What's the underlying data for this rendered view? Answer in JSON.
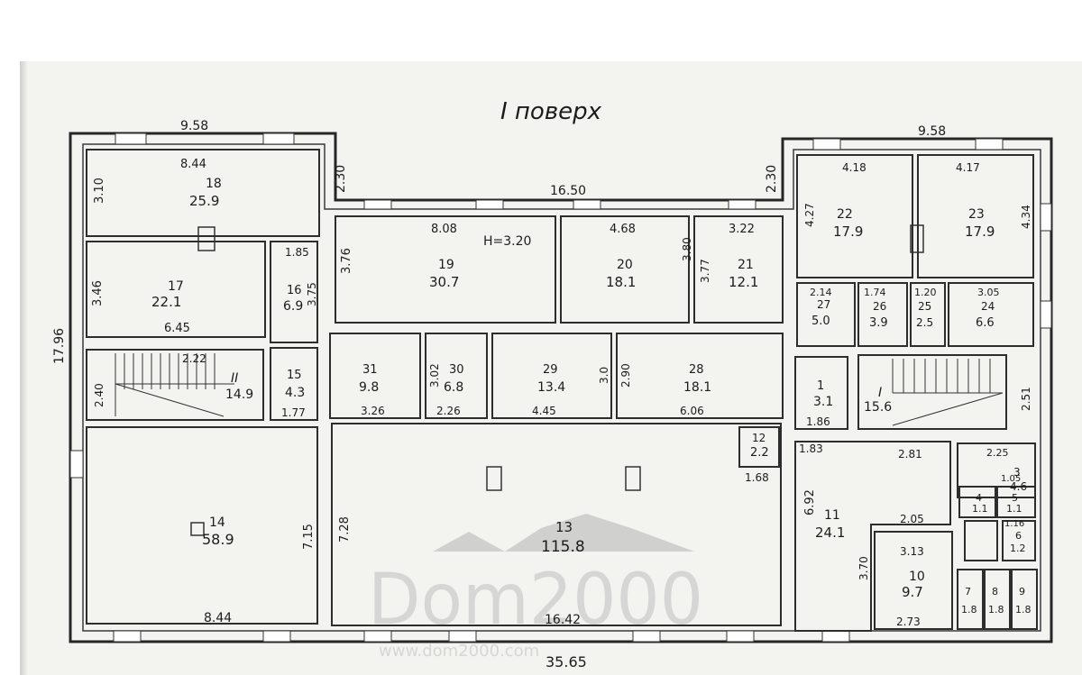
{
  "plan": {
    "title": "I поверх",
    "ceiling_height": "H=3.20",
    "watermark": {
      "logo": "Dom2000",
      "url": "www.dom2000.com"
    },
    "outer_dims": {
      "top_left": "9.58",
      "top_right": "9.58",
      "top_center": "16.50",
      "notch_left": "2.30",
      "notch_right": "2.30",
      "left_side": "17.96",
      "bottom": "35.65"
    },
    "rooms": [
      {
        "no": "18",
        "area": "25.9",
        "dims": [
          "8.44",
          "3.10"
        ]
      },
      {
        "no": "17",
        "area": "22.1",
        "dims": [
          "3.46",
          "6.45"
        ]
      },
      {
        "no": "16",
        "area": "6.9",
        "dims": [
          "1.85",
          "3.75"
        ]
      },
      {
        "no": "19",
        "area": "30.7",
        "dims": [
          "8.08",
          "3.76"
        ]
      },
      {
        "no": "20",
        "area": "18.1",
        "dims": [
          "4.68",
          "3.80"
        ]
      },
      {
        "no": "21",
        "area": "12.1",
        "dims": [
          "3.22",
          "3.77"
        ]
      },
      {
        "no": "22",
        "area": "17.9",
        "dims": [
          "4.18",
          "4.27"
        ]
      },
      {
        "no": "23",
        "area": "17.9",
        "dims": [
          "4.17",
          "4.34"
        ]
      },
      {
        "no": "II",
        "area": "14.9",
        "dims": [
          "2.40",
          "2.22"
        ]
      },
      {
        "no": "15",
        "area": "4.3",
        "dims": [
          "1.77"
        ]
      },
      {
        "no": "31",
        "area": "9.8",
        "dims": [
          "3.26"
        ]
      },
      {
        "no": "30",
        "area": "6.8",
        "dims": [
          "3.02",
          "2.26"
        ]
      },
      {
        "no": "29",
        "area": "13.4",
        "dims": [
          "4.45",
          "3.0"
        ]
      },
      {
        "no": "28",
        "area": "18.1",
        "dims": [
          "6.06",
          "2.90"
        ]
      },
      {
        "no": "27",
        "area": "5.0",
        "dims": [
          "2.14"
        ]
      },
      {
        "no": "26",
        "area": "3.9",
        "dims": [
          "1.74"
        ]
      },
      {
        "no": "25",
        "area": "2.5",
        "dims": [
          "1.20"
        ]
      },
      {
        "no": "24",
        "area": "6.6",
        "dims": [
          "3.05"
        ]
      },
      {
        "no": "1",
        "area": "3.1",
        "dims": [
          "1.86"
        ]
      },
      {
        "no": "I",
        "area": "15.6",
        "dims": [
          "2.51"
        ]
      },
      {
        "no": "14",
        "area": "58.9",
        "dims": [
          "8.44",
          "7.15"
        ]
      },
      {
        "no": "13",
        "area": "115.8",
        "dims": [
          "7.28",
          "16.42"
        ]
      },
      {
        "no": "12",
        "area": "2.2",
        "dims": [
          "1.68"
        ]
      },
      {
        "no": "11",
        "area": "24.1",
        "dims": [
          "1.83",
          "2.81",
          "6.92",
          "2.05"
        ]
      },
      {
        "no": "10",
        "area": "9.7",
        "dims": [
          "3.13",
          "3.70",
          "2.73"
        ]
      },
      {
        "no": "3",
        "area": "4.6",
        "dims": [
          "2.25"
        ]
      },
      {
        "no": "4",
        "area": "1.1",
        "dims": [
          "1.05"
        ]
      },
      {
        "no": "5",
        "area": "1.1",
        "dims": [
          "1.16"
        ]
      },
      {
        "no": "6",
        "area": "1.2",
        "dims": []
      },
      {
        "no": "7",
        "area": "1.8",
        "dims": []
      },
      {
        "no": "8",
        "area": "1.8",
        "dims": []
      },
      {
        "no": "9",
        "area": "1.8",
        "dims": []
      }
    ]
  }
}
